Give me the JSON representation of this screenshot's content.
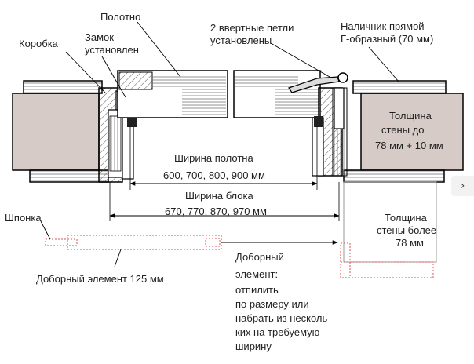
{
  "labels": {
    "polotno": "Полотно",
    "hinges": [
      "2 ввертные петли",
      "установлены"
    ],
    "trim": [
      "Наличник прямой",
      "Г-образный (70 мм)"
    ],
    "korobka": "Коробка",
    "lock": [
      "Замок",
      "установлен"
    ],
    "wall_thin": [
      "Толщина",
      "стены  до",
      "78 мм + 10 мм"
    ],
    "wall_thick": [
      "Толщина",
      "стены более",
      "78 мм"
    ],
    "leaf_width": [
      "Ширина полотна",
      "600, 700, 800, 900 мм"
    ],
    "block_width": [
      "Ширина блока",
      "670, 770, 870, 970 мм"
    ],
    "shponka": "Шпонка",
    "extension": "Доборный  элемент 125 мм",
    "extension_note": [
      "Доборный",
      "элемент:",
      "отпилить",
      "по размеру или",
      "набрать из несколь-",
      "ких на требуемую",
      "ширину"
    ]
  },
  "nav": {
    "next_icon": "chevron-right-icon",
    "glyph": "›"
  }
}
